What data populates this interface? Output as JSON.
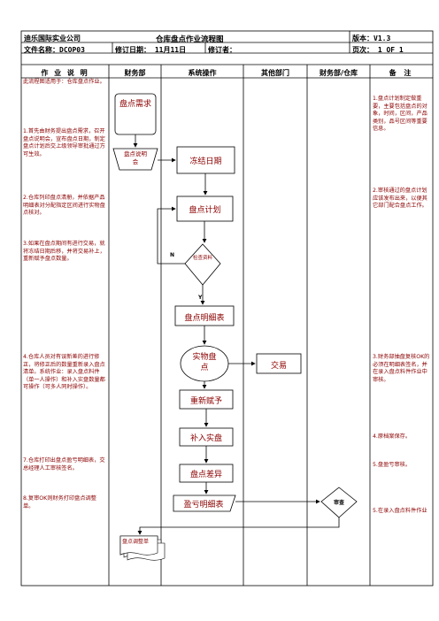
{
  "header": {
    "company": "迪乐国际实业公司",
    "title": "仓库盘点作业流程图",
    "version_label": "版本：V1.3",
    "file_name_label": "文件名称：DCOP03",
    "revise_date_label": "修订日期： 11月11日",
    "reviser_label": "修订者：",
    "page_label": "页次： 1 OF 1"
  },
  "columns": {
    "desc": "作 业 说 明",
    "finance": "财务部",
    "system": "系统操作",
    "other": "其他部门",
    "fin_wh": "财务部/仓库",
    "remark": "备 注"
  },
  "description": {
    "scope": "此流程图适用于：仓库盘点作业。",
    "step1": "1.首先由财务提出盘点需求，召开盘点说明会，宣布盘点日期，制定盘点计划后交上级领导审批通过方可生效。",
    "step2": "2.仓库列印盘点清册，并依据产品明细表对分配指定区间进行实物盘点核对。",
    "step3": "3.如果在盘点期间有进行交易，就将冻结日期后移，并将交易补上，重新赋予盘点数量。",
    "step4": "4.仓库人员对有误新差的进行修正，将修正后的数量重新录入盘点清单。系统作业：录入盘点料件（单一人操作）和补入实盘数量都可操作（可多人同时操作）。",
    "step7": "7.仓库打印出盘点盈亏明细表，交总经理人工审核签名。",
    "step8": "8.复审OK则财务打印盘点调整单。"
  },
  "remarks": {
    "r1": "1.盘点计划制定做重要，主要包括盘点的对象，时间，区间，产品类别，品号区间等重要信息。",
    "r2": "2.审核通过的盘点计划应该发布出来，以便其它部门配合盘点工作。",
    "r3": "3.财务部抽盘复核OK的必须在明细表签名，并在录入盘点料件作业中审核。",
    "r4": "4.原档案保存。",
    "r5a": "5.盘盈亏审核。",
    "r5b": "5.在录入盘点料件作业"
  },
  "flow": {
    "demand": "盘点需求",
    "meeting": "盘点说明会",
    "freeze": "冻结日期",
    "plan": "盘点计划",
    "check": "检查资料",
    "no": "N",
    "yes": "Y",
    "detail": "盘点明细表",
    "physical": "实物盘点",
    "trade": "交易",
    "reassign": "重新赋予",
    "supplement": "补入实盘",
    "diff": "盘点差异",
    "pl_detail": "盈亏明细表",
    "review": "审查",
    "adjust": "盘点调整单"
  }
}
